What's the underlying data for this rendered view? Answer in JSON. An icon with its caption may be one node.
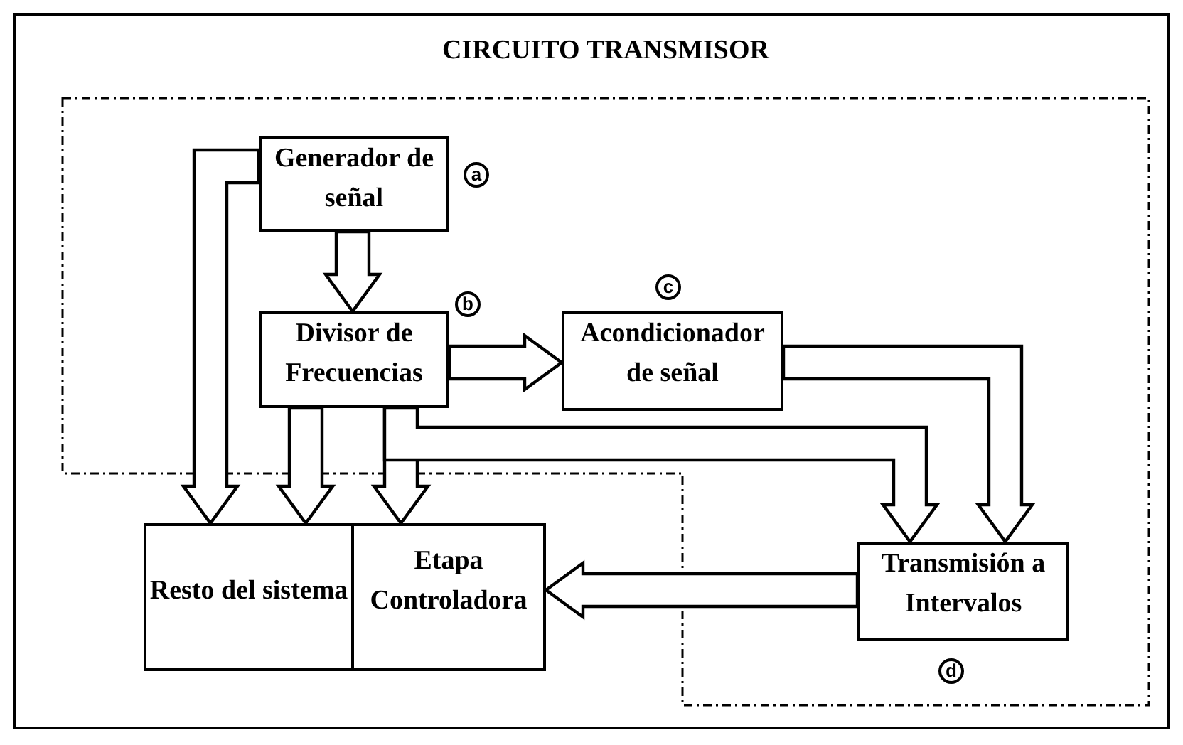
{
  "diagram": {
    "nodes": [
      {
        "text": [
          "CIRCUITO TRANSMISOR"
        ]
      },
      {
        "text": [
          "Generador de señal"
        ],
        "in": 0,
        "beside": [
          "a"
        ]
      },
      {
        "text": [
          "Divisor de Frecuencias"
        ],
        "in": 0,
        "beside": [
          "b"
        ]
      },
      {
        "text": [
          "Acondicionador de señal"
        ],
        "in": 0,
        "beside": [
          "c"
        ]
      },
      {
        "text": [
          "Resto del sistema"
        ]
      },
      {
        "text": [
          "Etapa Controladora"
        ]
      },
      {
        "text": [
          "Transmisión a Intervalos"
        ],
        "in": 0,
        "beside": [
          "d"
        ]
      }
    ],
    "edges": [
      {
        "from": 1,
        "to": 4,
        "arrow": "to"
      },
      {
        "from": 1,
        "to": 2,
        "arrow": "to"
      },
      {
        "from": 2,
        "to": 4,
        "arrow": "to"
      },
      {
        "from": 2,
        "to": 5,
        "arrow": "to"
      },
      {
        "from": 2,
        "to": 3,
        "arrow": "to"
      },
      {
        "from": 2,
        "to": 6,
        "arrow": "to"
      },
      {
        "from": 3,
        "to": 6,
        "arrow": "to"
      },
      {
        "from": 6,
        "to": 5,
        "arrow": "to"
      }
    ]
  }
}
